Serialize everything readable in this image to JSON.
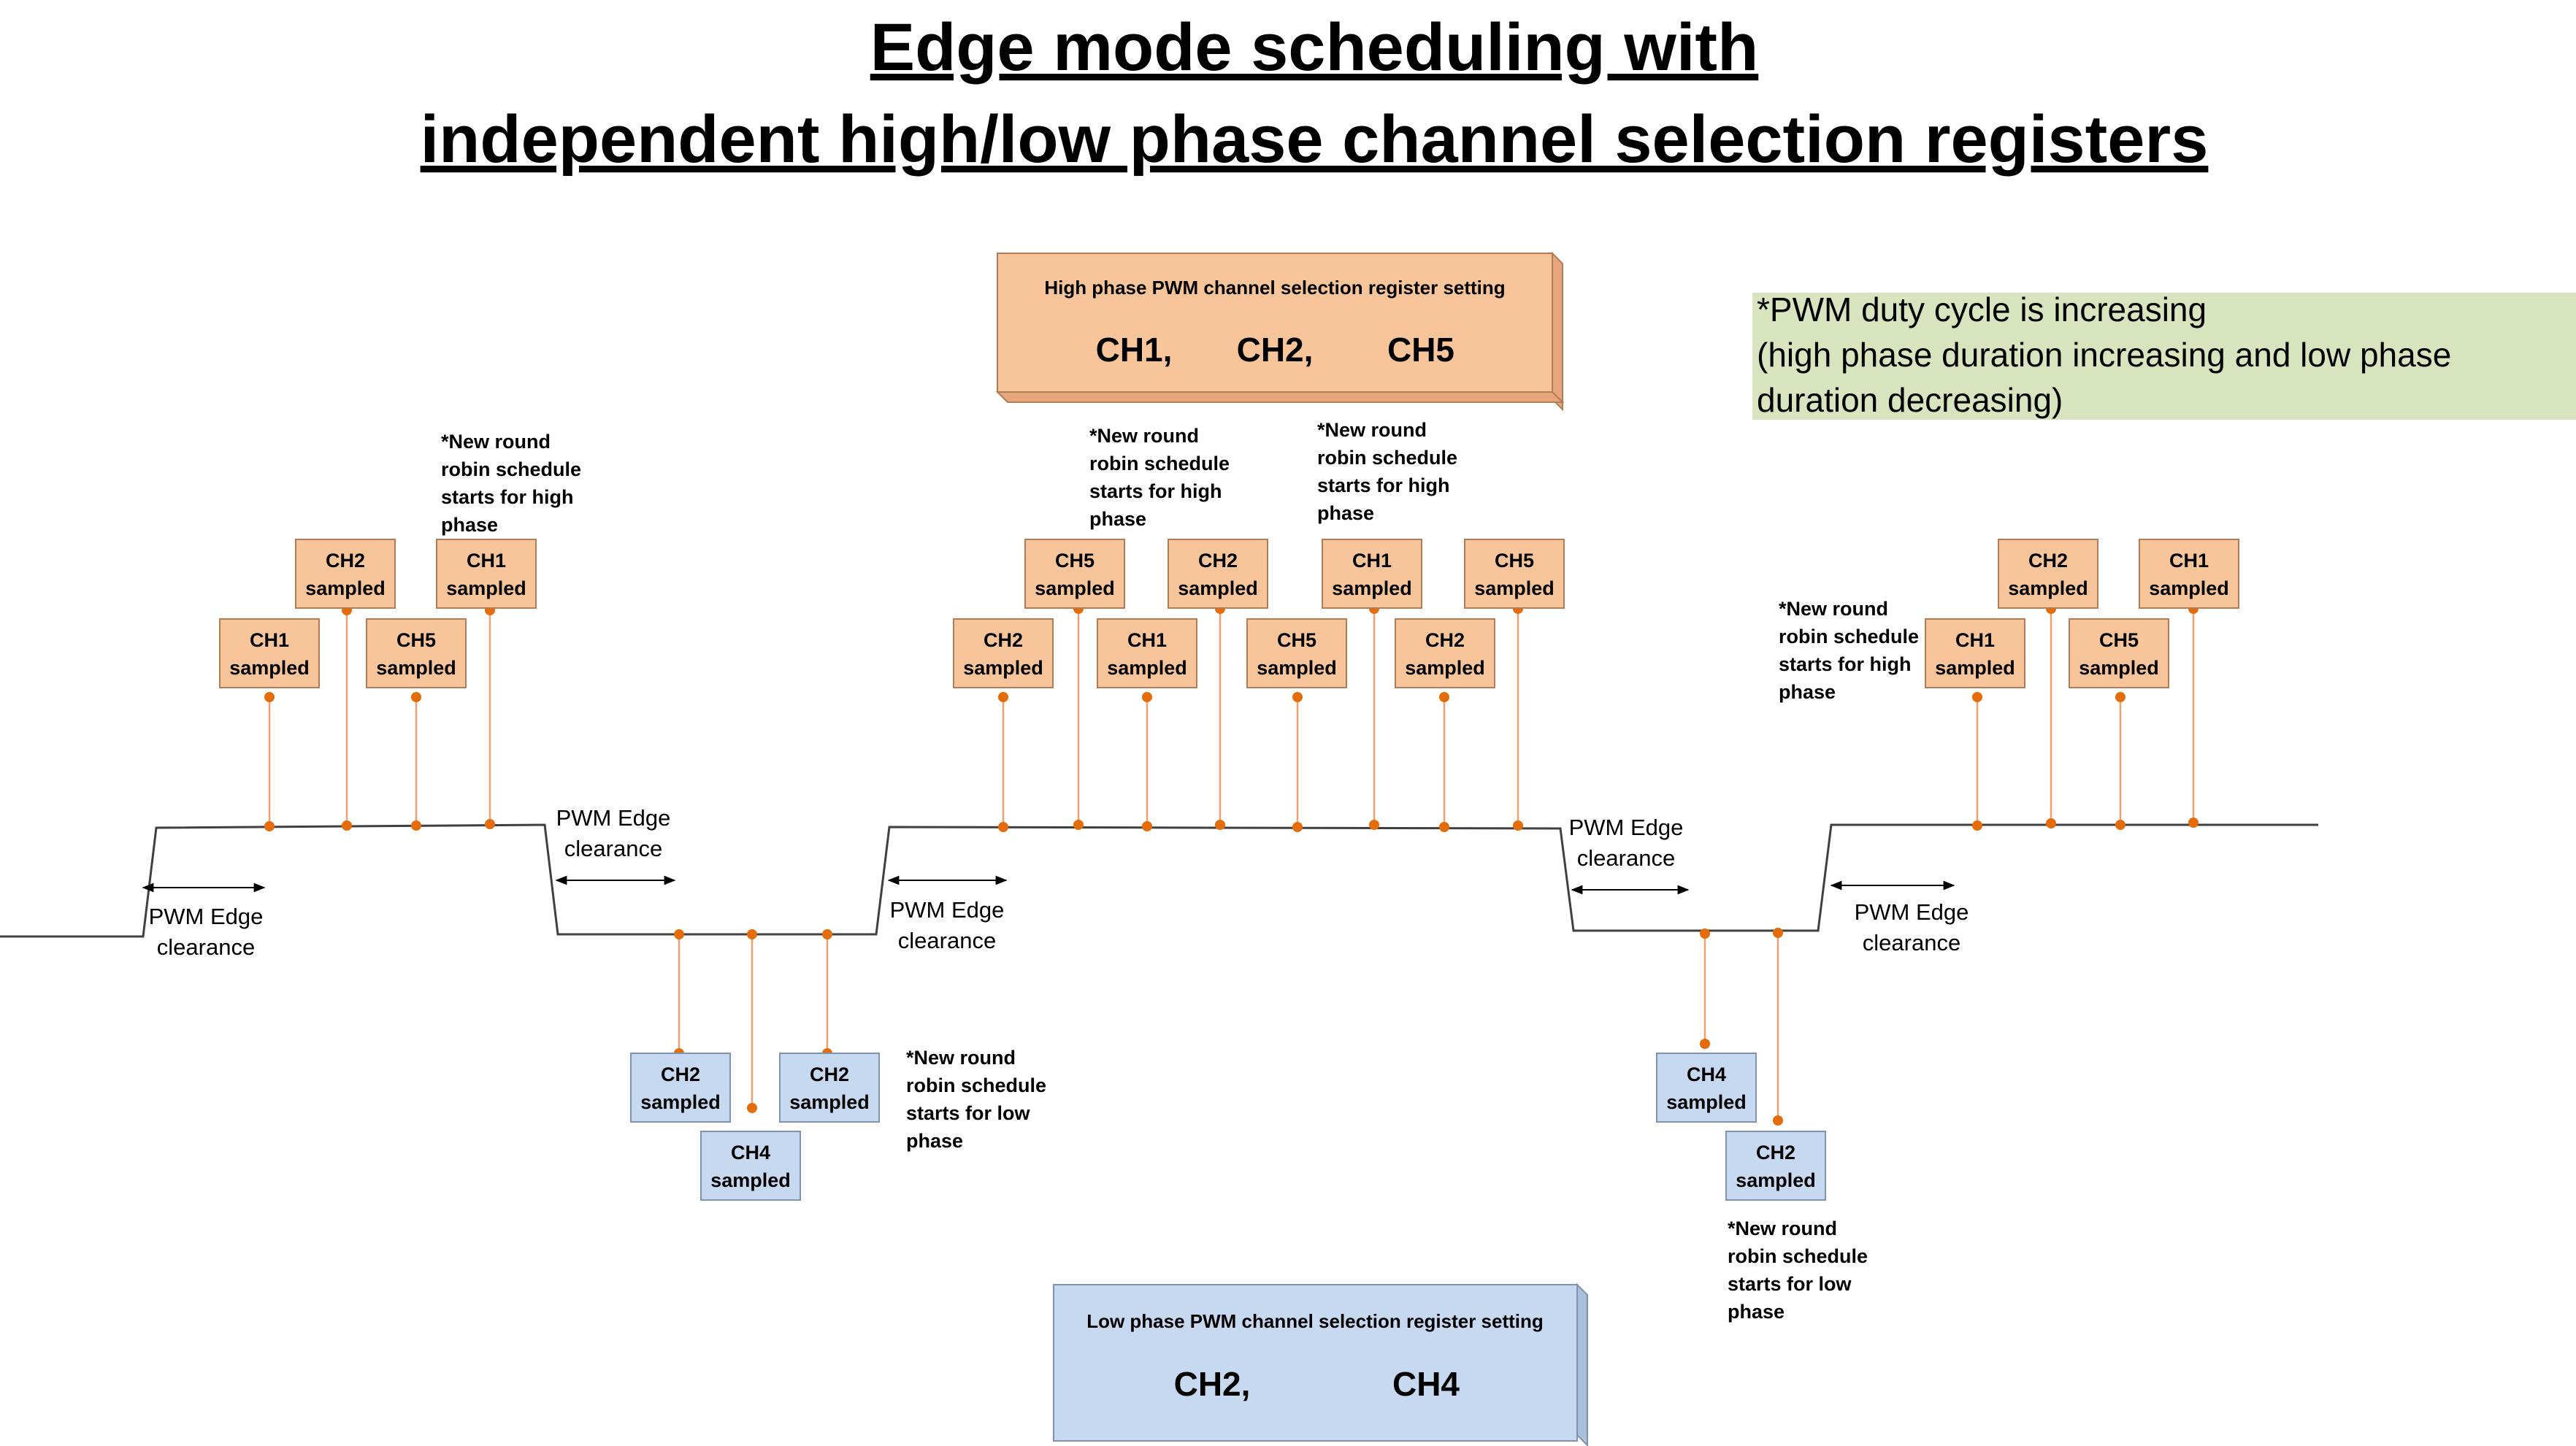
{
  "title": {
    "line1": "Edge mode scheduling with",
    "line2": "independent high/low phase channel selection registers"
  },
  "colors": {
    "high_fill": "#f8c49a",
    "high_border": "#b07d57",
    "low_fill": "#c6d9f1",
    "low_border": "#7f93ad",
    "note_fill": "#d7e4bd",
    "dot": "#e46c0a",
    "stem": "#f0a070",
    "waveform": "#404040",
    "text": "#000000"
  },
  "high_register": {
    "heading": "High phase PWM channel selection register setting",
    "channels": [
      "CH1,",
      "CH2,",
      "CH5"
    ]
  },
  "low_register": {
    "heading": "Low phase PWM channel selection register setting",
    "channels": [
      "CH2,",
      "CH4"
    ]
  },
  "note": {
    "line1": "*PWM duty cycle is increasing",
    "line2": "(high phase duration increasing and low phase",
    "line3": "duration decreasing)"
  },
  "sample_label": "sampled",
  "clearance_label": [
    "PWM Edge",
    "clearance"
  ],
  "high_samples": [
    {
      "ch": "CH1"
    },
    {
      "ch": "CH2"
    },
    {
      "ch": "CH5"
    },
    {
      "ch": "CH1"
    },
    {
      "ch": "CH2"
    },
    {
      "ch": "CH5"
    },
    {
      "ch": "CH1"
    },
    {
      "ch": "CH2"
    },
    {
      "ch": "CH5"
    },
    {
      "ch": "CH1"
    },
    {
      "ch": "CH2"
    },
    {
      "ch": "CH5"
    },
    {
      "ch": "CH1"
    },
    {
      "ch": "CH2"
    },
    {
      "ch": "CH5"
    },
    {
      "ch": "CH1"
    }
  ],
  "low_samples": [
    {
      "ch": "CH2"
    },
    {
      "ch": "CH4"
    },
    {
      "ch": "CH2"
    },
    {
      "ch": "CH4"
    },
    {
      "ch": "CH2"
    }
  ],
  "annotations": [
    {
      "lines": [
        "*New round",
        "robin schedule",
        "starts for high",
        "phase"
      ]
    },
    {
      "lines": [
        "*New round",
        "robin schedule",
        "starts for high",
        "phase"
      ]
    },
    {
      "lines": [
        "*New round",
        "robin schedule",
        "starts for high",
        "phase"
      ]
    },
    {
      "lines": [
        "*New round",
        "robin schedule",
        "starts for high",
        "phase"
      ]
    },
    {
      "lines": [
        "*New round",
        "robin schedule",
        "starts for low",
        "phase"
      ]
    },
    {
      "lines": [
        "*New round",
        "robin schedule",
        "starts for low",
        "phase"
      ]
    }
  ]
}
